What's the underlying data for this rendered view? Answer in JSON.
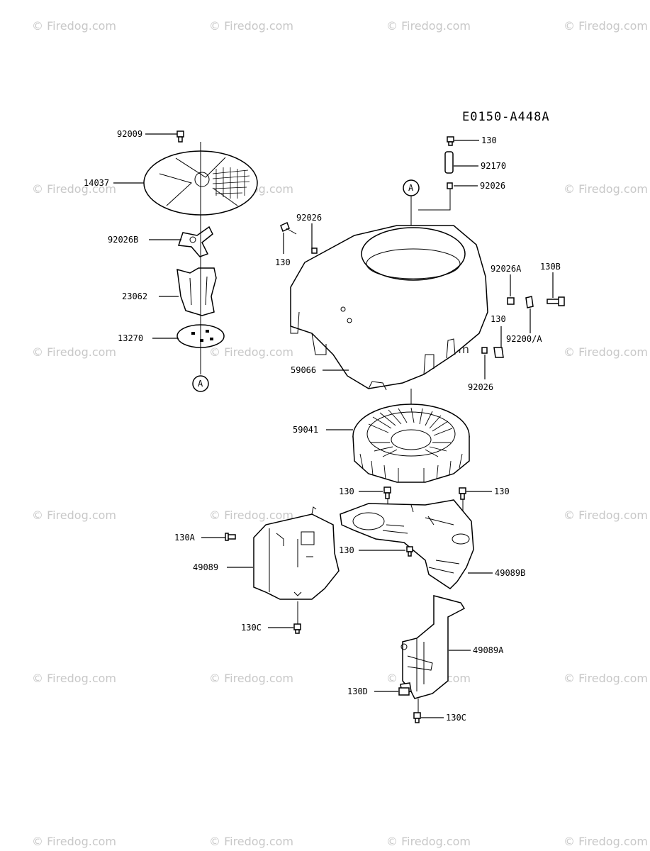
{
  "diagram": {
    "code": "E0150-A448A",
    "callout": "A",
    "watermark": "© Firedog.com",
    "labels": {
      "p92009": "92009",
      "p14037": "14037",
      "p92026B": "92026B",
      "p23062": "23062",
      "p13270": "13270",
      "p130_top": "130",
      "p92170": "92170",
      "p92026_top": "92026",
      "p92026_left": "92026",
      "p130_left": "130",
      "p92026A": "92026A",
      "p130B": "130B",
      "p130_right": "130",
      "p92200A": "92200/A",
      "p92026_right": "92026",
      "p59066": "59066",
      "p59041": "59041",
      "p130_mid_l": "130",
      "p130_mid_r": "130",
      "p130A": "130A",
      "p49089": "49089",
      "p130_shroud": "130",
      "p49089B": "49089B",
      "p130C_l": "130C",
      "p49089A": "49089A",
      "p130D": "130D",
      "p130C_r": "130C"
    }
  }
}
